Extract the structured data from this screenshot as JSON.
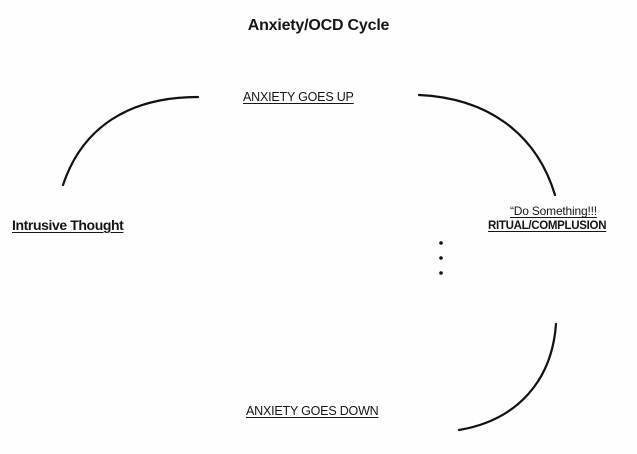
{
  "diagram": {
    "title": "Anxiety/OCD Cycle",
    "nodes": {
      "anxiety_up": "ANXIETY GOES UP",
      "intrusive_thought": "Intrusive Thought",
      "do_something": "“Do Something!!!",
      "ritual_compulsion": "RITUAL/COMPLUSION",
      "anxiety_down": "ANXIETY GOES DOWN"
    },
    "line_color": "#111111"
  }
}
